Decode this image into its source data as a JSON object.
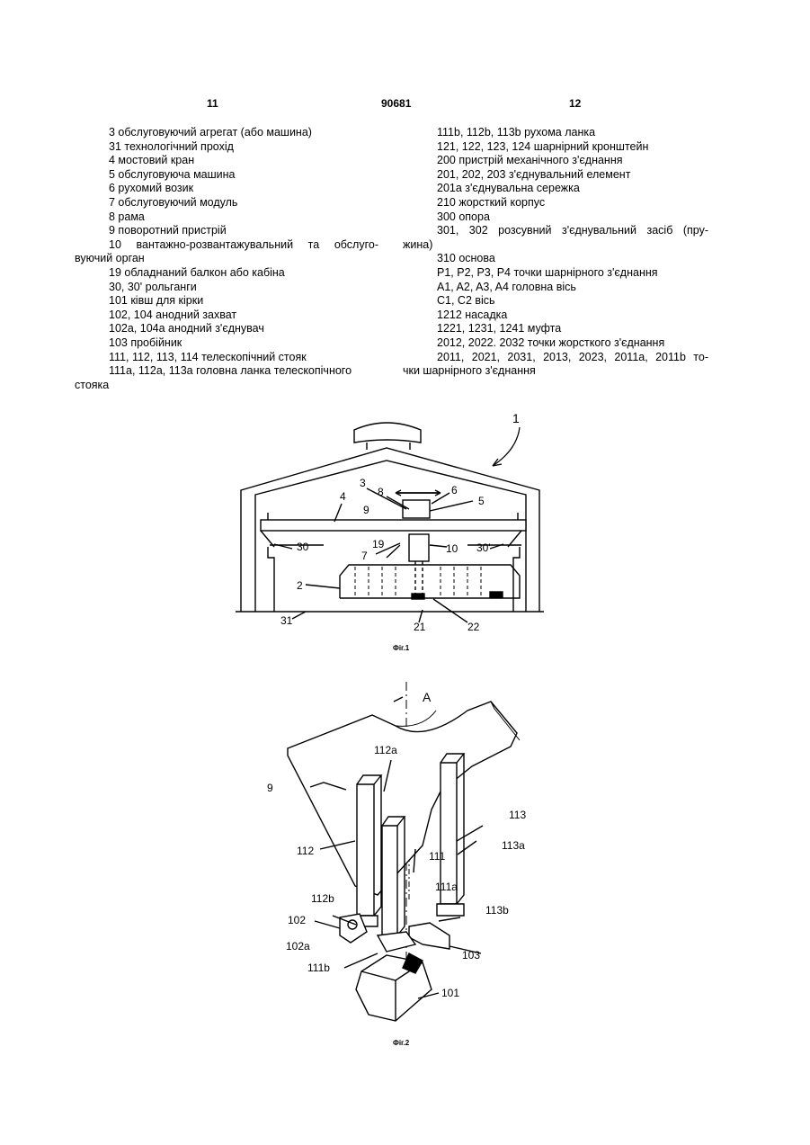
{
  "header": {
    "page_left": "11",
    "patent_number": "90681",
    "page_right": "12"
  },
  "left_column": [
    "3 обслуговуючий агрегат (або машина)",
    "31 технологічний прохід",
    "4 мостовий кран",
    "5 обслуговуюча машина",
    "6 рухомий возик",
    "7 обслуговуючий модуль",
    "8 рама",
    "9 поворотний пристрій",
    "10 вантажно-розвантажувальний та обслуго-",
    "вуючий орган",
    "19 обладнаний балкон або кабіна",
    "30, 30' рольганги",
    "101 ківш для кірки",
    "102, 104 анодний захват",
    "102a, 104a анодний з'єднувач",
    "103 пробійник",
    "111, 112, 113, 114 телескопічний стояк",
    "111a, 112a, 113a головна ланка телескопічного",
    "стояка"
  ],
  "right_column": [
    "111b, 112b, 113b рухома ланка",
    "121, 122, 123, 124 шарнірний кронштейн",
    "200 пристрій механічного з'єднання",
    "201, 202, 203 з'єднувальний елемент",
    "201a з'єднувальна сережка",
    "210 жорсткий корпус",
    "300 опора",
    "301, 302 розсувний з'єднувальний засіб (пру-",
    "жина)",
    "310 основа",
    "P1, P2, P3, P4 точки шарнірного з'єднання",
    "A1, A2, A3, A4 головна вісь",
    "C1, C2 вісь",
    "1212 насадка",
    "1221, 1231, 1241 муфта",
    "2012, 2022. 2032 точки жорсткого з'єднання",
    "2011, 2021, 2031, 2013, 2023, 2011a, 2011b то-",
    "чки шарнірного з'єднання"
  ],
  "figure1": {
    "caption": "Фіг.1",
    "labels": {
      "l1": "1",
      "l2": "2",
      "l3": "3",
      "l4": "4",
      "l5": "5",
      "l6": "6",
      "l7": "7",
      "l8": "8",
      "l9": "9",
      "l10": "10",
      "l19": "19",
      "l21": "21",
      "l22": "22",
      "l30": "30",
      "l30p": "30'",
      "l31": "31"
    }
  },
  "figure2": {
    "caption": "Фіг.2",
    "labels": {
      "A": "A",
      "l9": "9",
      "l101": "101",
      "l102": "102",
      "l102a": "102a",
      "l103": "103",
      "l111": "111",
      "l111a": "111a",
      "l111b": "111b",
      "l112": "112",
      "l112a": "112a",
      "l112b": "112b",
      "l113": "113",
      "l113a": "113a",
      "l113b": "113b"
    }
  }
}
